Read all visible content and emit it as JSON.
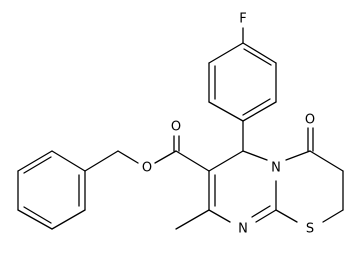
{
  "atoms": {
    "F": "F",
    "O_ester_carbonyl": "O",
    "O_ester_bridge": "O",
    "O_ketone": "O",
    "N_ring": "N",
    "N_imine": "N",
    "S": "S"
  },
  "colors": {
    "bond": "#000000",
    "background": "#ffffff"
  }
}
